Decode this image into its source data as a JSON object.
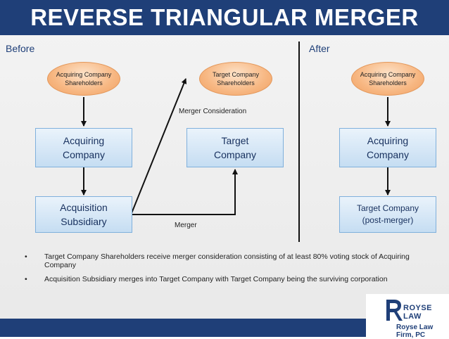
{
  "title": "REVERSE TRIANGULAR MERGER",
  "sections": {
    "before": "Before",
    "after": "After"
  },
  "before": {
    "acquiring_shareholders": "Acquiring Company\nShareholders",
    "target_shareholders": "Target Company\nShareholders",
    "acquiring_company": "Acquiring\nCompany",
    "target_company": "Target\nCompany",
    "acquisition_subsidiary": "Acquisition\nSubsidiary",
    "merger_consideration_label": "Merger Consideration",
    "merger_label": "Merger"
  },
  "after": {
    "acquiring_shareholders": "Acquiring Company\nShareholders",
    "acquiring_company": "Acquiring\nCompany",
    "target_company": "Target Company\n(post-merger)"
  },
  "bullets": [
    {
      "marker": "•",
      "text": "Target Company Shareholders receive merger consideration consisting of at least 80% voting stock of Acquiring Company"
    },
    {
      "marker": "•",
      "text": "Acquisition Subsidiary merges into Target Company with Target Company being the surviving corporation"
    }
  ],
  "logo": {
    "name": "ROYSE LAW",
    "firm": "Royse Law Firm, PC"
  },
  "colors": {
    "navy": "#1f3f78",
    "box_fill": "#c5ddf2",
    "box_border": "#7fb0dc",
    "ellipse_fill": "#f7b782"
  }
}
